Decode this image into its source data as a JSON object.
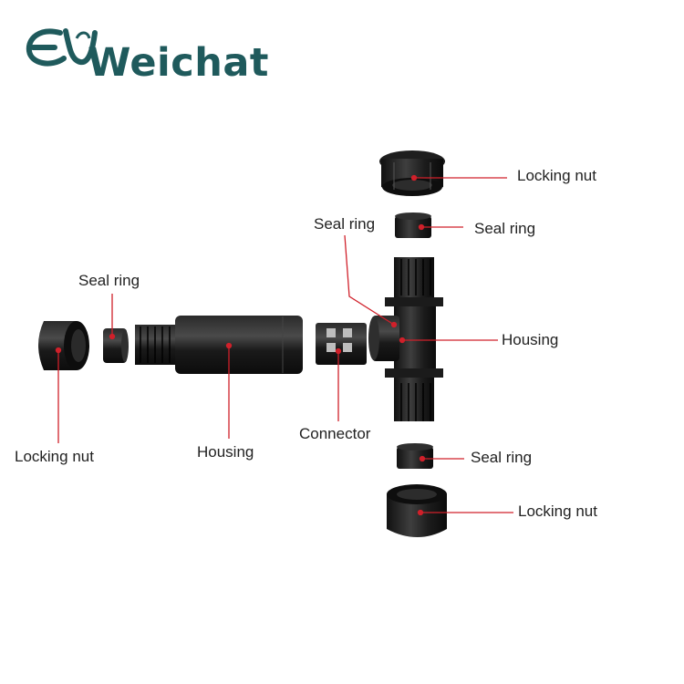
{
  "brand": {
    "name": "Weichat",
    "color": "#1f5a5c"
  },
  "colors": {
    "leader_line": "#d0202a",
    "part_body": "#141414",
    "part_highlight": "#3a3a3a"
  },
  "labels": {
    "top_locking_nut": "Locking nut",
    "top_seal_ring": "Seal ring",
    "tee_seal_ring": "Seal ring",
    "tee_housing": "Housing",
    "left_seal_ring": "Seal ring",
    "left_locking_nut": "Locking nut",
    "left_housing": "Housing",
    "connector": "Connector",
    "bottom_seal_ring": "Seal ring",
    "bottom_locking_nut": "Locking nut"
  }
}
